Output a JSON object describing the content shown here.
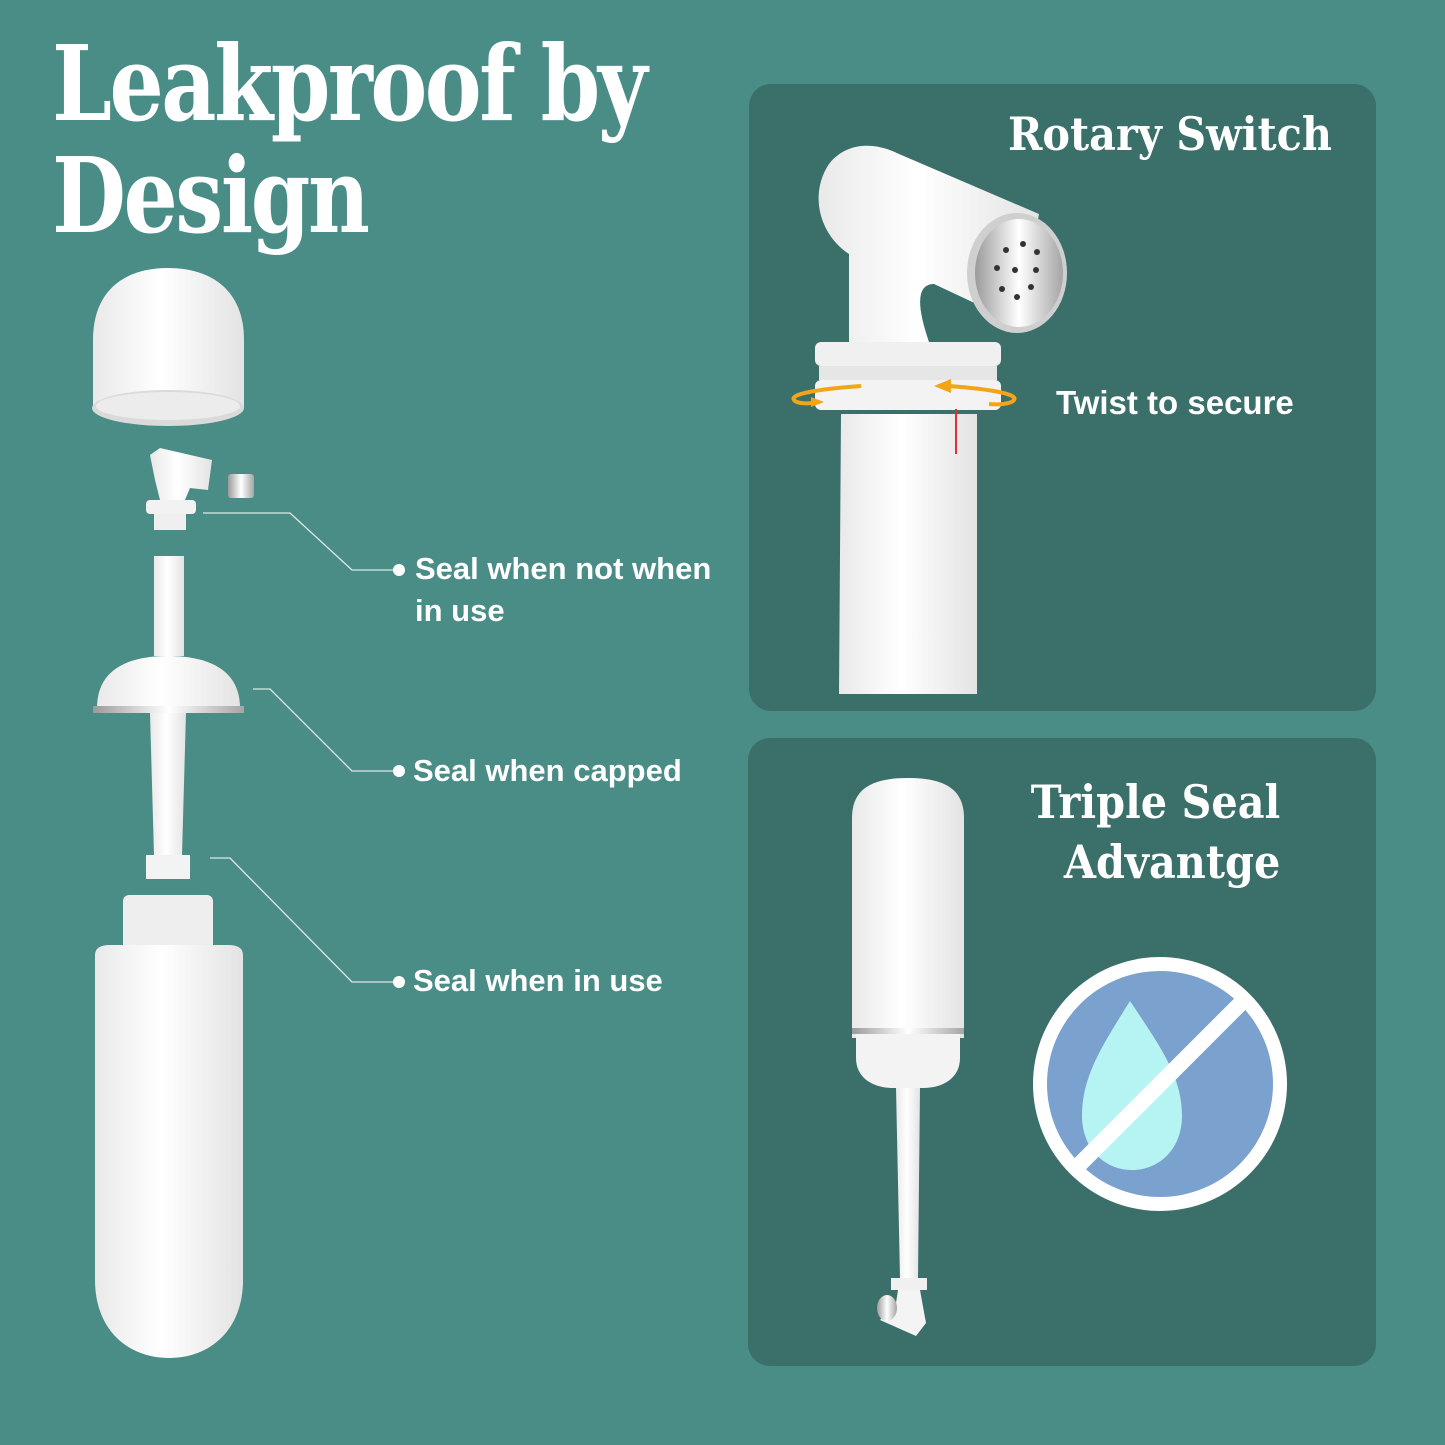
{
  "headline": {
    "line1": "Leakproof by",
    "line2": "Design"
  },
  "exploded_view": {
    "callouts": [
      {
        "line1": "Seal when not when",
        "line2": "in use"
      },
      {
        "line1": "Seal when capped"
      },
      {
        "line1": "Seal when in use"
      }
    ]
  },
  "panels": [
    {
      "title": "Rotary Switch",
      "annotation": "Twist to secure"
    },
    {
      "title_line1": "Triple Seal",
      "title_line2": "Advantge",
      "icon": "no-water-icon"
    }
  ],
  "colors": {
    "background": "#4a8d86",
    "panel": "#3a6f6a",
    "text": "#ffffff",
    "arrow": "#f2a516",
    "icon_circle": "#7ba1cf",
    "icon_drop": "#b6f4f4"
  }
}
